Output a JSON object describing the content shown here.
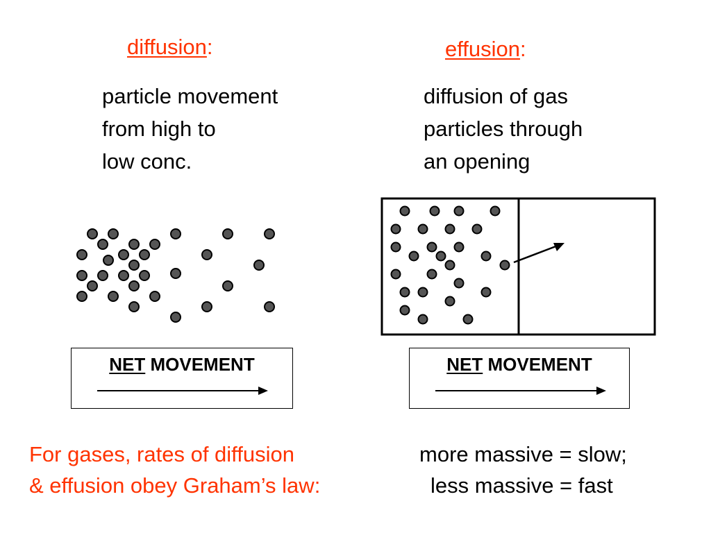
{
  "diffusion": {
    "term": "diffusion",
    "colon": ":",
    "definition_lines": [
      "particle movement",
      "from high to",
      "low conc."
    ],
    "net_label_underlined": "NET",
    "net_label_rest": " MOVEMENT"
  },
  "effusion": {
    "term": "effusion",
    "colon": ":",
    "definition_lines": [
      "diffusion of gas",
      "particles through",
      "an opening"
    ],
    "net_label_underlined": "NET",
    "net_label_rest": " MOVEMENT"
  },
  "footer": {
    "law_lines": [
      "For gases, rates of diffusion",
      "& effusion obey Graham’s law:"
    ],
    "rule_lines": [
      "more massive = slow;",
      "less massive = fast"
    ]
  },
  "colors": {
    "term": "#ff3300",
    "particle_fill": "#555555",
    "particle_stroke": "#000000"
  }
}
